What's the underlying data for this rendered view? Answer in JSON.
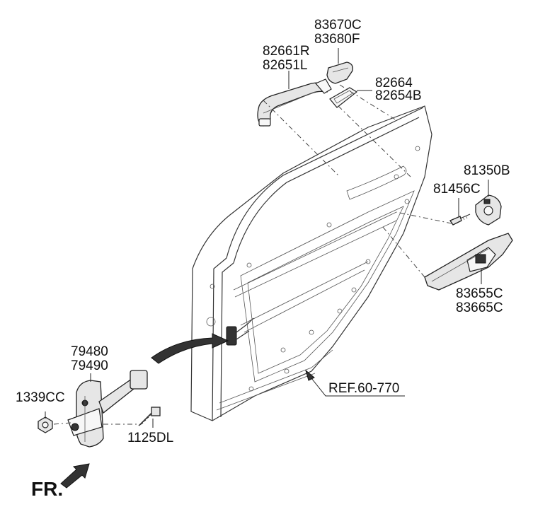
{
  "labels": {
    "handle_cover_a": "83670C",
    "handle_cover_b": "83680F",
    "handle_right": "82661R",
    "handle_left": "82651L",
    "gasket_a": "82664",
    "gasket_b": "82654B",
    "striker": "81350B",
    "striker_bolt": "81456C",
    "inner_handle_a": "83655C",
    "inner_handle_b": "83665C",
    "checker_a": "79480",
    "checker_b": "79490",
    "nut": "1339CC",
    "bolt": "1125DL",
    "reference": "REF.60-770",
    "front_indicator": "FR."
  }
}
